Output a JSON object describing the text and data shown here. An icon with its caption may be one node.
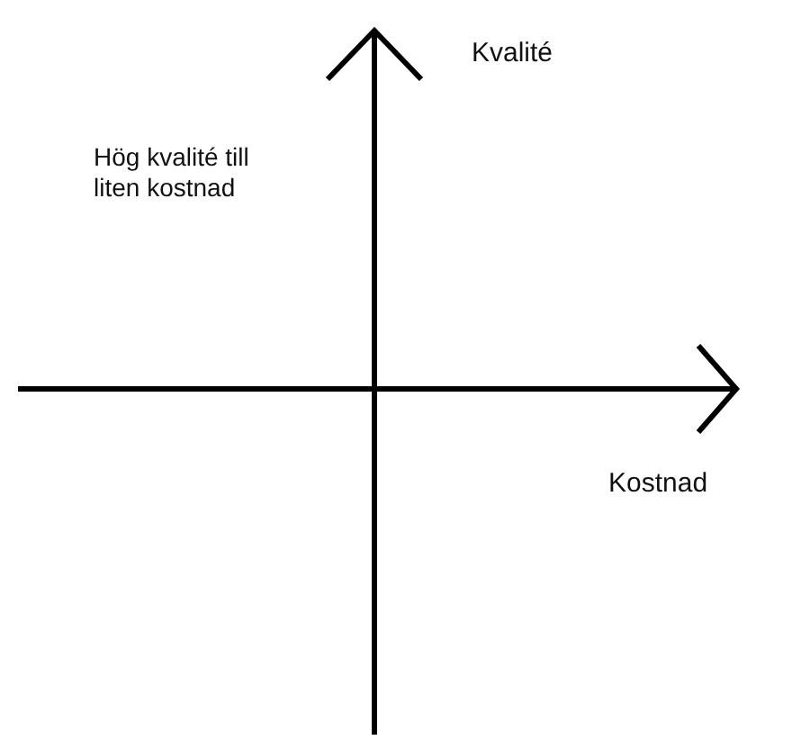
{
  "diagram": {
    "labels": [
      "Kvalité",
      "Hög kvalité till liten kostnad",
      "Kostnad"
    ]
  }
}
